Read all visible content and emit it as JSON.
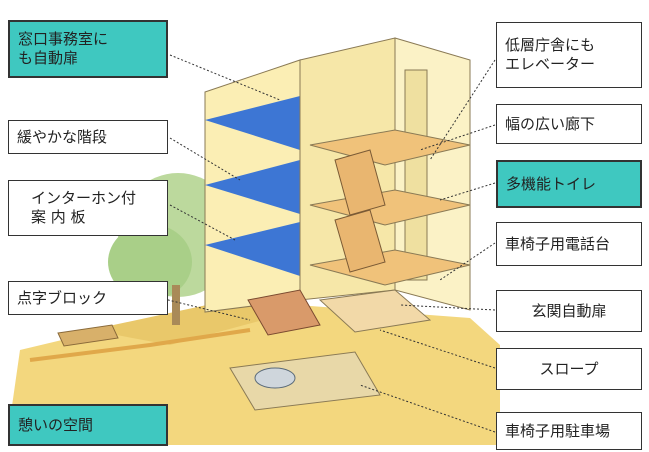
{
  "labels": {
    "window_office_door": {
      "line1": "窓口事務室に",
      "line2": "も自動扉"
    },
    "gentle_stairs": "緩やかな階段",
    "intercom_board": {
      "line1": "インターホン付",
      "line2": "案 内 板"
    },
    "braille_blocks": "点字ブロック",
    "rest_space": "憩いの空間",
    "low_floor_elevator": {
      "line1": "低層庁舎にも",
      "line2": "エレベーター"
    },
    "wide_corridor": "幅の広い廊下",
    "multipurpose_toilet": "多機能トイレ",
    "wheelchair_phone": "車椅子用電話台",
    "entrance_auto_door": "玄関自動扉",
    "slope": "スロープ",
    "wheelchair_parking": "車椅子用駐車場"
  },
  "colors": {
    "teal": "#3fc8c0",
    "ground": "#f1d47a",
    "wall_light": "#fbf0b8",
    "floor_blue": "#3f78d6",
    "tree_green": "#b9d79a"
  }
}
